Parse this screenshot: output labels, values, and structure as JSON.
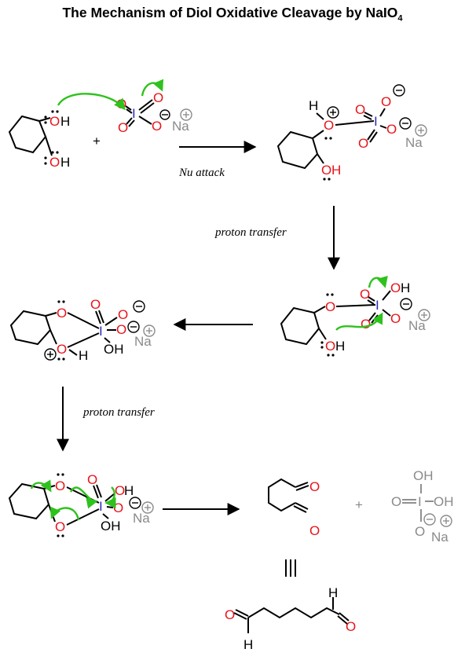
{
  "title": {
    "main": "The Mechanism of Diol Oxidative Cleavage by NaIO",
    "subscript": "4"
  },
  "captions": {
    "nu_attack": "Nu attack",
    "proton_transfer_1": "proton transfer",
    "proton_transfer_2": "proton transfer"
  },
  "atoms": {
    "oxygen": "O",
    "iodine": "I",
    "hydrogen": "H",
    "hydroxyl_right": "H",
    "hydroxyl_left": "OH",
    "sodium": "Na",
    "plus_sign": "+"
  },
  "colors": {
    "oxygen": "#e8141a",
    "iodine": "#2a2ab8",
    "curved_arrow": "#2ec21d",
    "byproduct": "#8a8a8a",
    "bonds": "#000000"
  }
}
